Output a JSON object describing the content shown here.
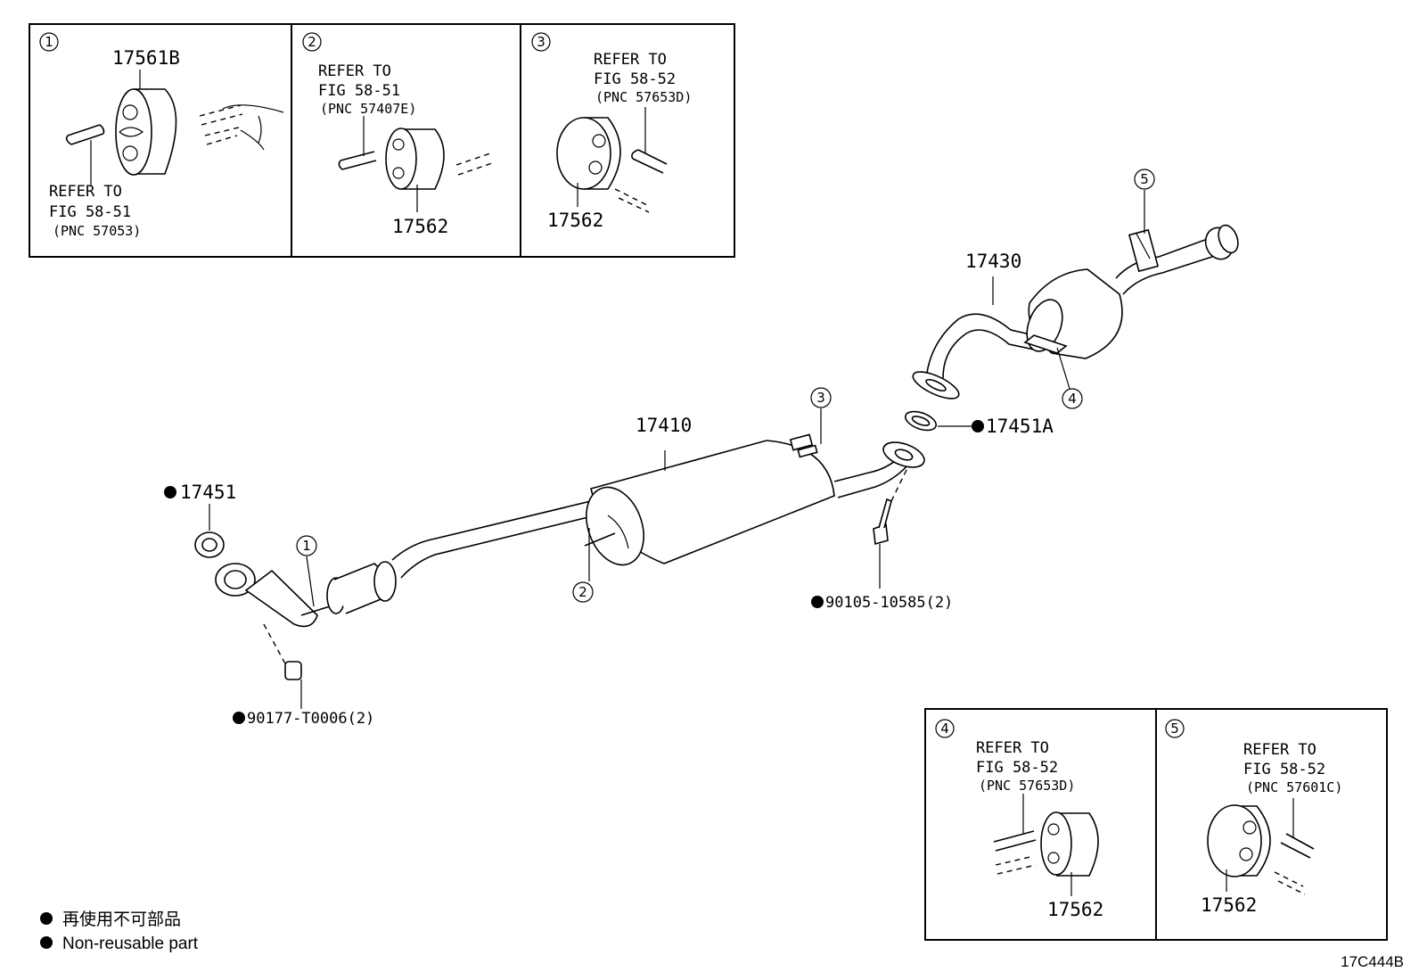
{
  "insets": [
    {
      "num": "1",
      "part": "17561B",
      "refer": "REFER TO",
      "fig": "FIG 58-51",
      "pnc": "(PNC 57053)"
    },
    {
      "num": "2",
      "part": "17562",
      "refer": "REFER TO",
      "fig": "FIG 58-51",
      "pnc": "(PNC 57407E)"
    },
    {
      "num": "3",
      "part": "17562",
      "refer": "REFER TO",
      "fig": "FIG 58-52",
      "pnc": "(PNC 57653D)"
    },
    {
      "num": "4",
      "part": "17562",
      "refer": "REFER TO",
      "fig": "FIG 58-52",
      "pnc": "(PNC 57653D)"
    },
    {
      "num": "5",
      "part": "17562",
      "refer": "REFER TO",
      "fig": "FIG 58-52",
      "pnc": "(PNC 57601C)"
    }
  ],
  "callouts": {
    "c1": "1",
    "c2": "2",
    "c3": "3",
    "c4": "4",
    "c5": "5"
  },
  "parts": {
    "p17410": "17410",
    "p17430": "17430",
    "p17451": "17451",
    "p17451A": "17451A",
    "bolt": "90105-10585(2)",
    "nut": "90177-T0006(2)"
  },
  "legend": {
    "jp": "再使用不可部品",
    "en": "Non-reusable part"
  },
  "code": "17C444B"
}
